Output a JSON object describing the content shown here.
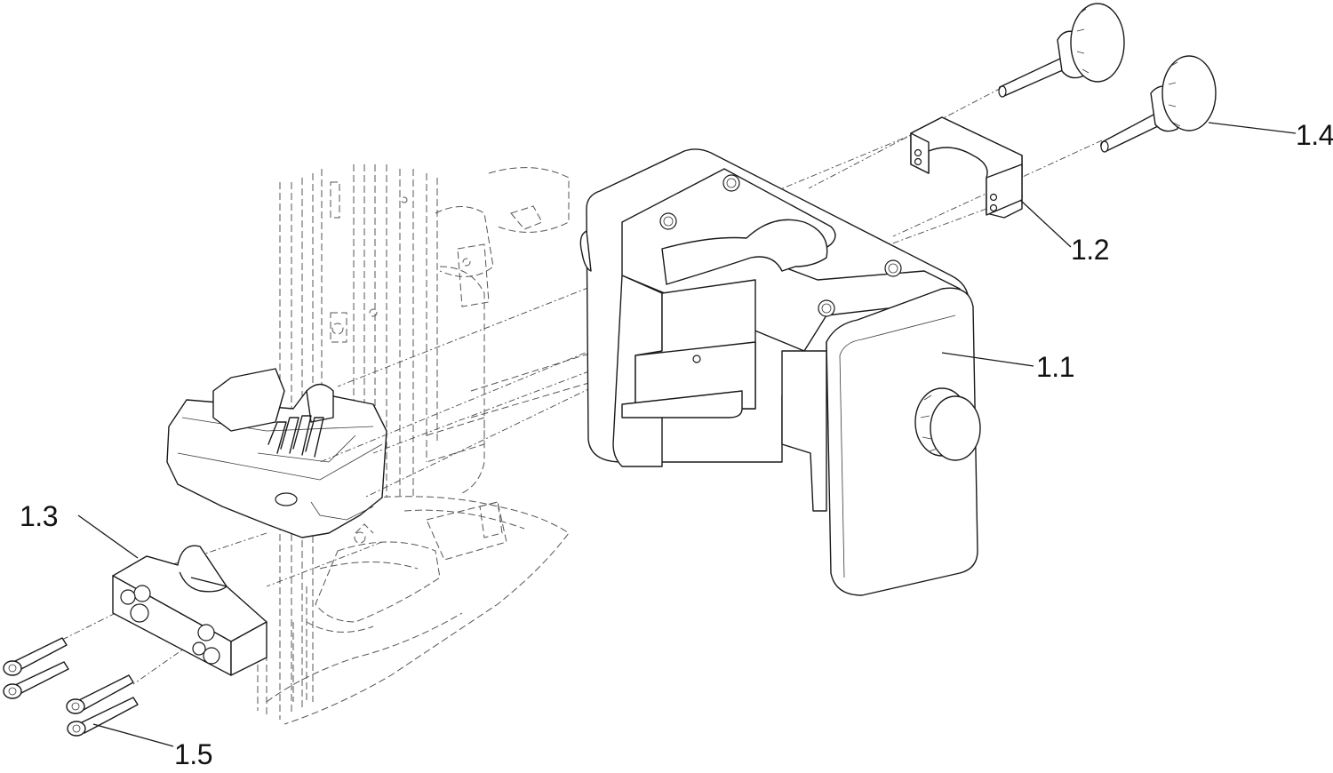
{
  "figure": {
    "callouts": [
      {
        "id": "1.1",
        "label": "1.1"
      },
      {
        "id": "1.2",
        "label": "1.2"
      },
      {
        "id": "1.3",
        "label": "1.3"
      },
      {
        "id": "1.4",
        "label": "1.4"
      },
      {
        "id": "1.5",
        "label": "1.5"
      }
    ]
  },
  "colors": {
    "line": "#1a1a1a",
    "background": "#ffffff"
  }
}
